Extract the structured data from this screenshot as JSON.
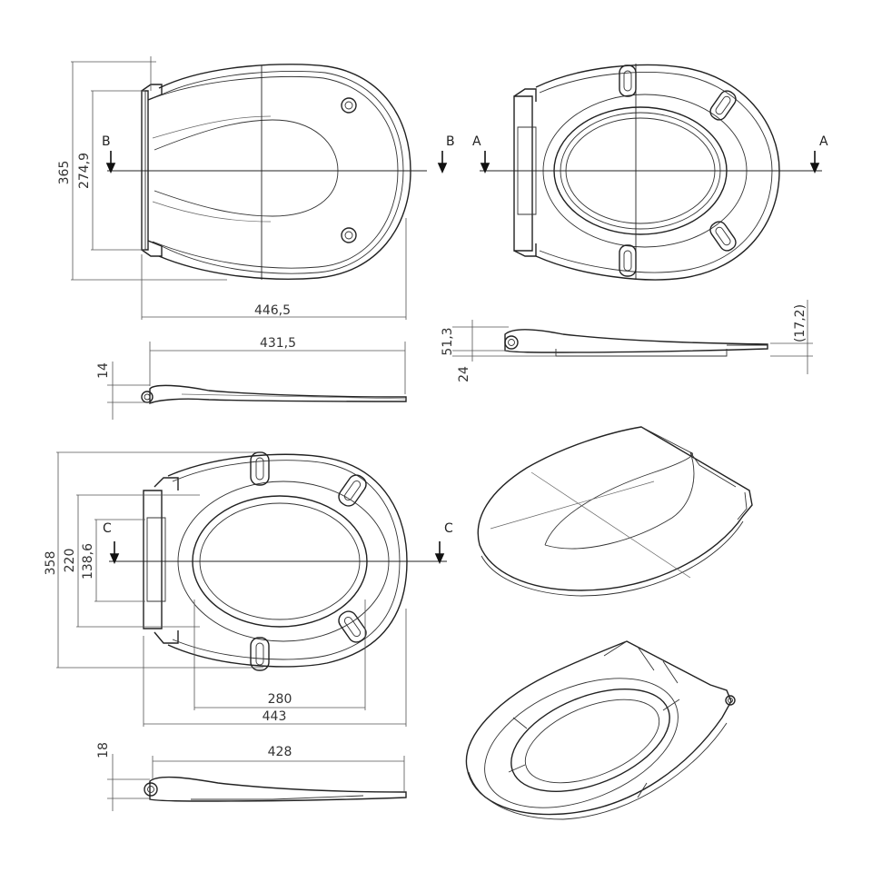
{
  "dimensions": {
    "top_lid_height": "365",
    "top_lid_hinge_span": "274,9",
    "top_lid_length": "446,5",
    "lid_side_length": "431,5",
    "lid_side_thickness": "14",
    "seat_side_height": "51,3",
    "seat_side_base": "24",
    "seat_side_ref": "(17,2)",
    "seat_height": "358",
    "seat_inner_height": "220",
    "seat_hinge_span": "138,6",
    "seat_inner_width": "280",
    "seat_length": "443",
    "seat_side_length": "428",
    "seat_side_thickness": "18"
  },
  "section_labels": {
    "b_left": "B",
    "b_right": "B",
    "a_left": "A",
    "a_right": "A",
    "c_left": "C",
    "c_right": "C"
  }
}
